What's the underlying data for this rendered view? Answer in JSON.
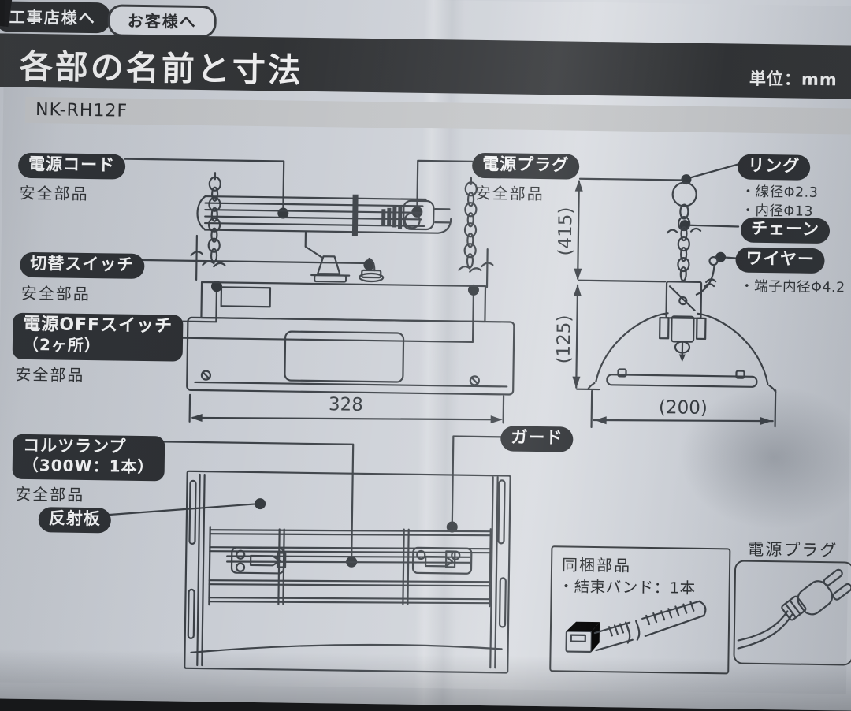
{
  "audience": {
    "installer": "工事店様へ",
    "customer": "お客様へ"
  },
  "header": {
    "title": "各部の名前と寸法",
    "unit": "単位：mm",
    "model": "NK-RH12F"
  },
  "parts": {
    "power_cord": {
      "label": "電源コード",
      "note": "安全部品"
    },
    "power_plug": {
      "label": "電源プラグ",
      "note": "安全部品"
    },
    "selector_switch": {
      "label": "切替スイッチ",
      "note": "安全部品"
    },
    "power_off_switch": {
      "label_line1": "電源OFFスイッチ",
      "label_line2": "（2ヶ所）",
      "note": "安全部品"
    },
    "ring": {
      "label": "リング",
      "spec1": "・線径Φ2.3",
      "spec2": "・内径Φ13"
    },
    "chain": {
      "label": "チェーン"
    },
    "wire": {
      "label": "ワイヤー",
      "spec1": "・端子内径Φ4.2"
    },
    "quartz_lamp": {
      "label_line1": "コルツランプ",
      "label_line2": "（300W：1本）",
      "note": "安全部品"
    },
    "reflector": {
      "label": "反射板"
    },
    "guard": {
      "label": "ガード"
    }
  },
  "dimensions": {
    "overall_width": "328",
    "suspension_height": "(415)",
    "body_height": "(125)",
    "shade_width": "(200)"
  },
  "included_parts": {
    "title": "同梱部品",
    "item": "・結束バンド：1本"
  },
  "plug_illustration": {
    "title": "電源プラグ"
  },
  "colors": {
    "paper": "#c9cdd4",
    "ink": "#3b4046",
    "badge": "#2d3034",
    "header_bar": "#323436"
  }
}
